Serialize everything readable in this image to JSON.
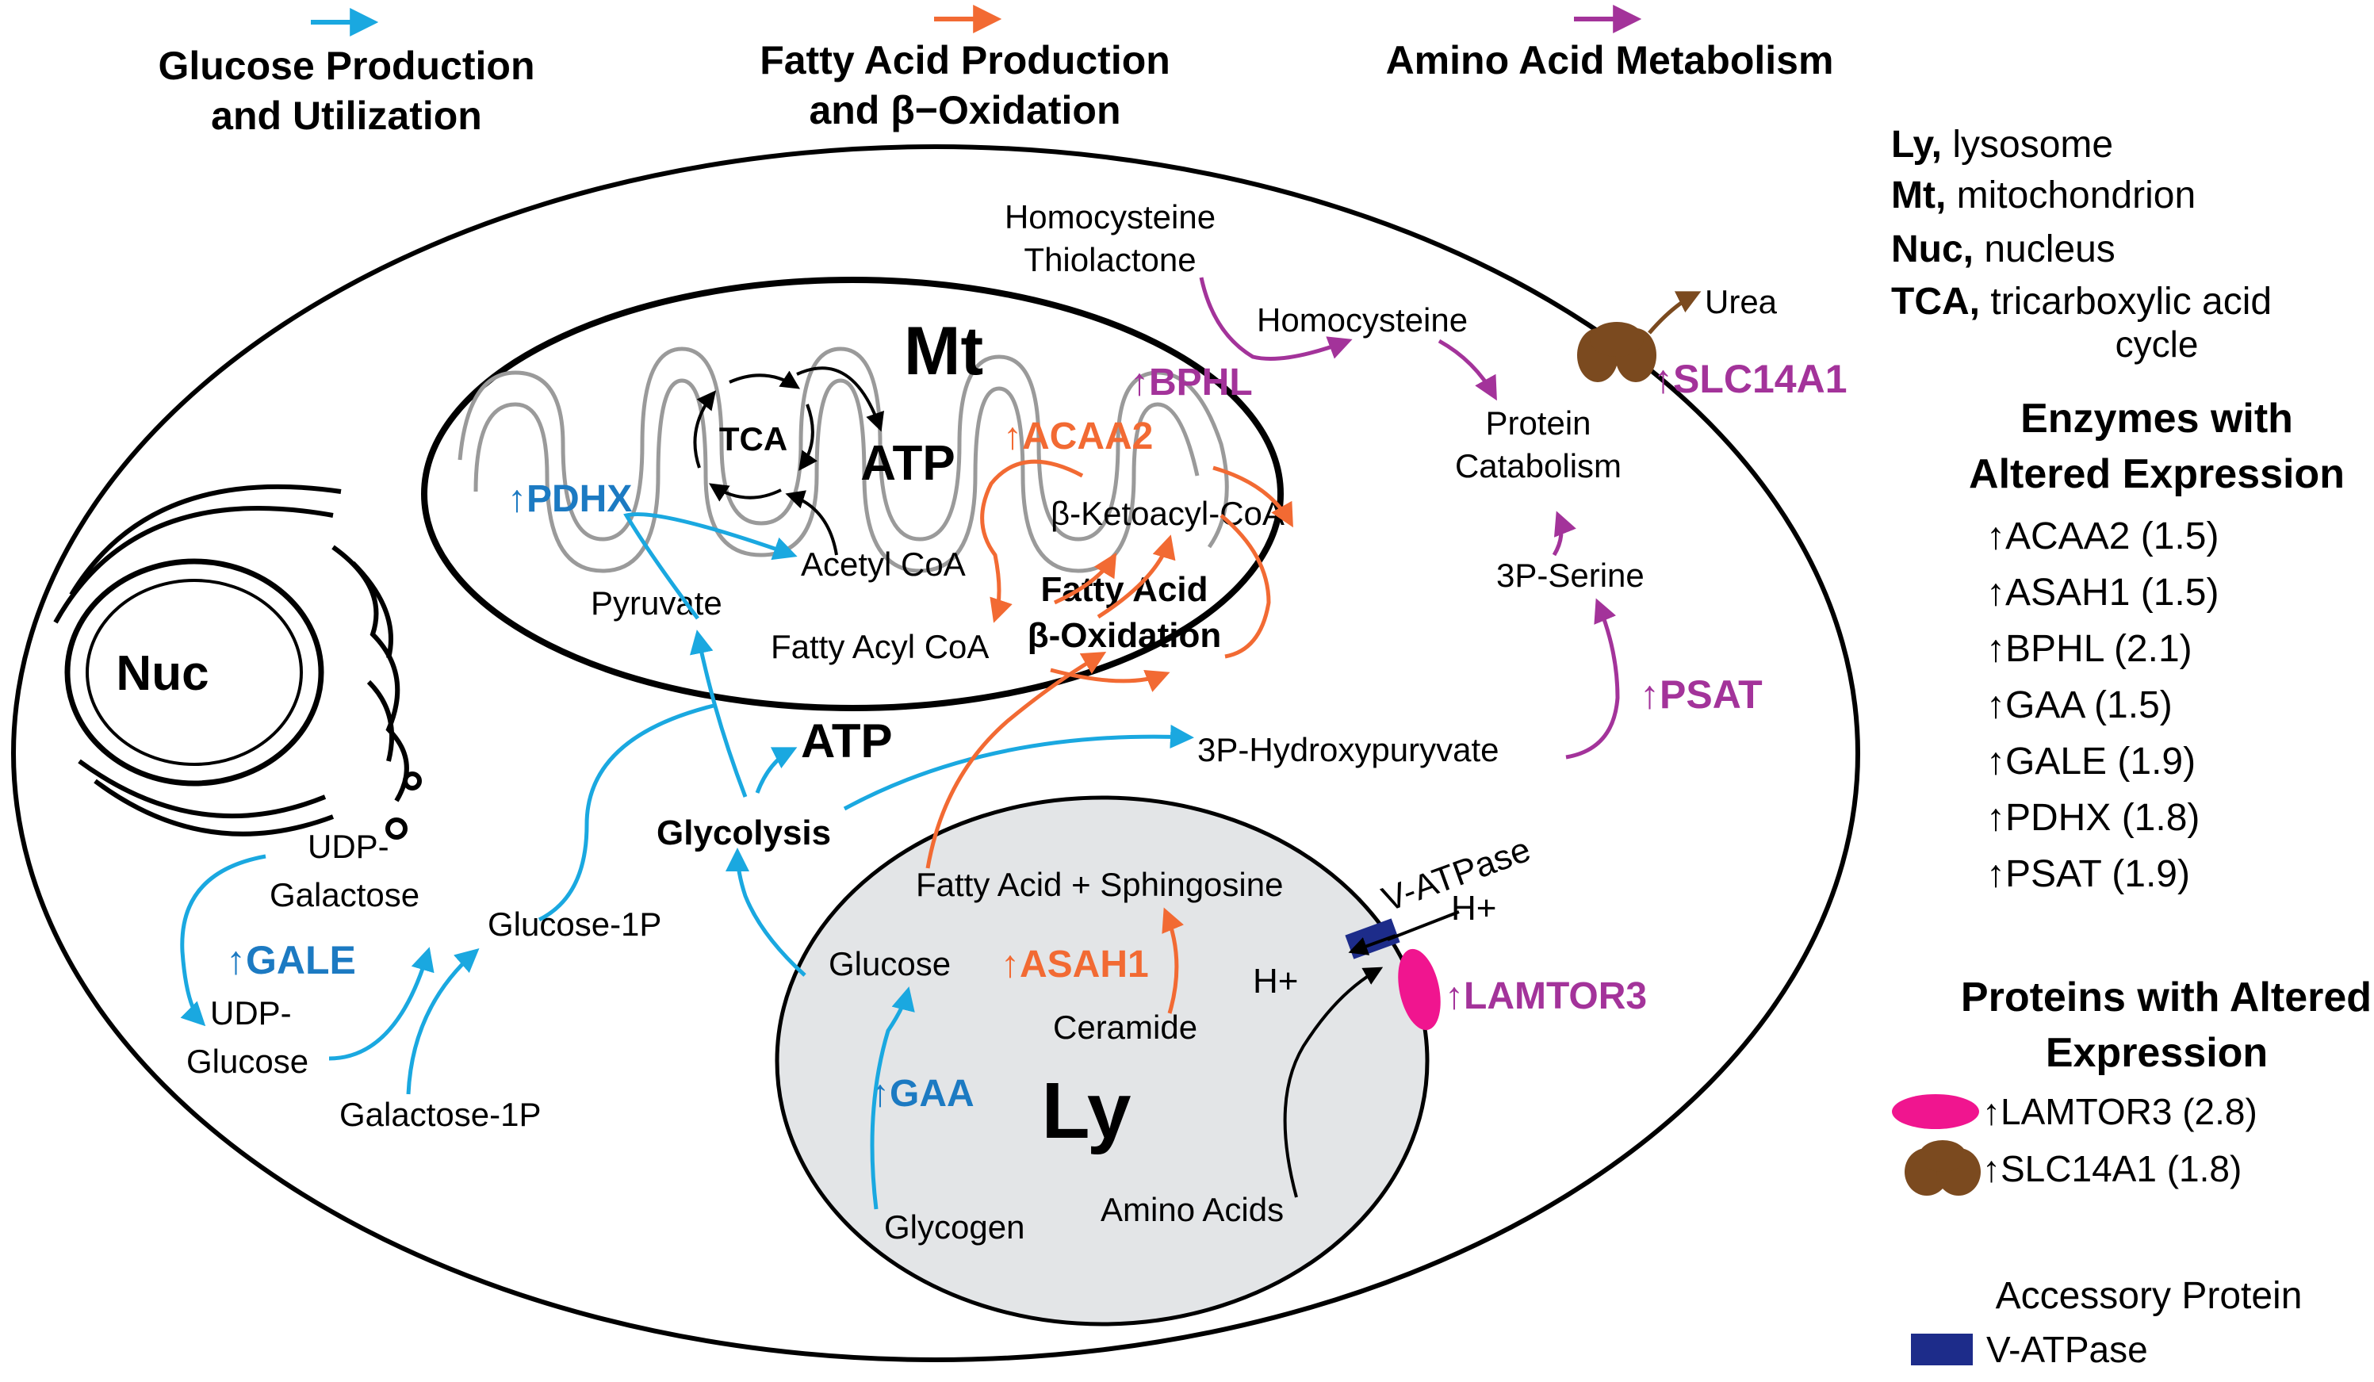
{
  "legend_top": {
    "glucose_line1": "Glucose Production",
    "glucose_line2": "and Utilization",
    "fatty_line1": "Fatty Acid Production",
    "fatty_line2": "and β−Oxidation",
    "amino": "Amino Acid Metabolism"
  },
  "abbreviations": [
    {
      "abbr": "Ly,",
      "text": " lysosome"
    },
    {
      "abbr": "Mt,",
      "text": " mitochondrion"
    },
    {
      "abbr": "Nuc,",
      "text": " nucleus"
    },
    {
      "abbr": "TCA,",
      "text": " tricarboxylic acid"
    }
  ],
  "abbreviation_tca_line2": "cycle",
  "enzymes_title_line1": "Enzymes with",
  "enzymes_title_line2": "Altered Expression",
  "enzymes": [
    "↑ACAA2 (1.5)",
    "↑ASAH1 (1.5)",
    "↑BPHL (2.1)",
    "↑GAA (1.5)",
    "↑GALE (1.9)",
    "↑PDHX (1.8)",
    "↑PSAT (1.9)"
  ],
  "proteins_title_line1": "Proteins with Altered",
  "proteins_title_line2": "Expression",
  "proteins": [
    "↑LAMTOR3 (2.8)",
    "↑SLC14A1 (1.8)"
  ],
  "accessory_title": "Accessory Protein",
  "accessory_item": "V-ATPase",
  "compartments": {
    "nucleus": "Nuc",
    "mitochondrion": "Mt",
    "lysosome": "Ly"
  },
  "mito_labels": {
    "tca": "TCA",
    "atp": "ATP",
    "pdhx": "↑PDHX",
    "acetyl_coa": "Acetyl CoA",
    "pyruvate": "Pyruvate",
    "fatty_acyl_coa": "Fatty Acyl CoA",
    "ketoacyl": "β-Ketoacyl-CoA",
    "fao_line1": "Fatty Acid",
    "fao_line2": "β-Oxidation",
    "acaa2": "↑ACAA2",
    "bphl": "↑BPHL"
  },
  "cyto_labels": {
    "homocysteine_thiolactone_line1": "Homocysteine",
    "homocysteine_thiolactone_line2": "Thiolactone",
    "homocysteine": "Homocysteine",
    "urea": "Urea",
    "slc14a1": "↑SLC14A1",
    "protein_catabolism_line1": "Protein",
    "protein_catabolism_line2": "Catabolism",
    "serine_3p": "3P-Serine",
    "psat": "↑PSAT",
    "hydroxypyruvate": "3P-Hydroxypuryvate",
    "atp": "ATP",
    "glycolysis": "Glycolysis",
    "udp_galactose_line1": "UDP-",
    "udp_galactose_line2": "Galactose",
    "gale": "↑GALE",
    "udp_glucose_line1": "UDP-",
    "udp_glucose_line2": "Glucose",
    "glucose_1p": "Glucose-1P",
    "galactose_1p": "Galactose-1P"
  },
  "lyso_labels": {
    "fatty_acid_sphingosine": "Fatty Acid + Sphingosine",
    "glucose": "Glucose",
    "asah1": "↑ASAH1",
    "ceramide": "Ceramide",
    "gaa": "↑GAA",
    "glycogen": "Glycogen",
    "amino_acids": "Amino Acids",
    "v_atpase": "V-ATPase",
    "h_plus_in": "H+",
    "h_plus_out": "H+",
    "lamtor3": "↑LAMTOR3"
  },
  "colors": {
    "glucose_pathway": "#1aa8e0",
    "fatty_pathway": "#f26a33",
    "amino_pathway": "#a3339a",
    "enzyme_blue": "#1c7ac2",
    "lamtor3": "#f0158f",
    "slc14a1": "#7b4a1f",
    "v_atpase": "#1d2c8a",
    "lysosome_fill": "#e3e5e7"
  }
}
